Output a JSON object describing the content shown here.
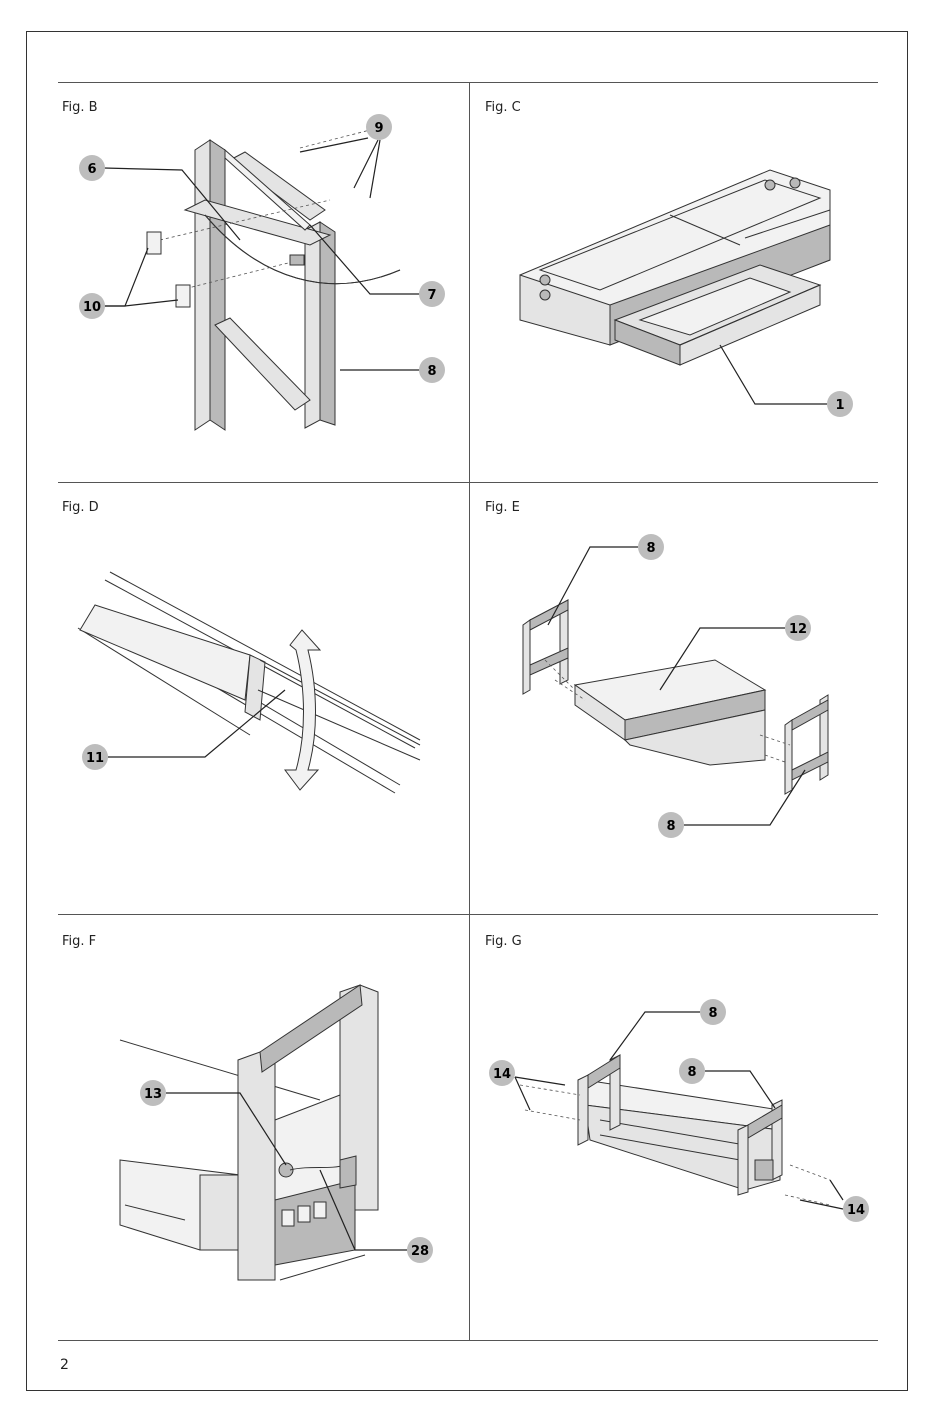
{
  "page_number": "2",
  "figures": [
    {
      "label": "Fig. B",
      "callouts": [
        "9",
        "6",
        "7",
        "10",
        "8"
      ]
    },
    {
      "label": "Fig. C",
      "callouts": [
        "1"
      ]
    },
    {
      "label": "Fig. D",
      "callouts": [
        "11"
      ]
    },
    {
      "label": "Fig. E",
      "callouts": [
        "8",
        "12",
        "8"
      ]
    },
    {
      "label": "Fig. F",
      "callouts": [
        "13",
        "28"
      ]
    },
    {
      "label": "Fig. G",
      "callouts": [
        "8",
        "14",
        "8",
        "14"
      ]
    }
  ],
  "colors": {
    "callout_fill": "#bdbdbd",
    "line": "#333333",
    "metal": "#d9d9d9",
    "metal_dark": "#9a9a9a"
  }
}
